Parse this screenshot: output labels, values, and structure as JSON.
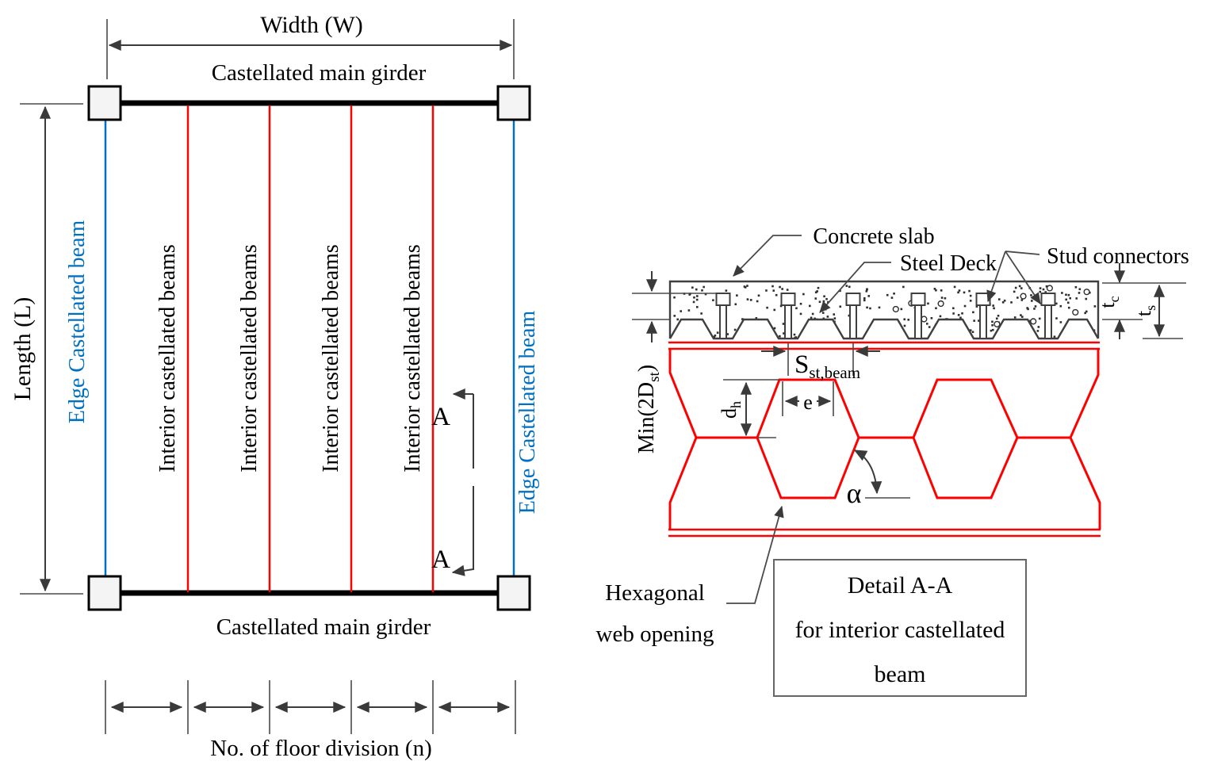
{
  "plan": {
    "width_label": "Width (W)",
    "length_label": "Length (L)",
    "girder_top_label": "Castellated main girder",
    "girder_bottom_label": "Castellated main girder",
    "edge_beam_left_label": "Edge Castellated beam",
    "edge_beam_right_label": "Edge Castellated beam",
    "interior_beams": [
      "Interior castellated beams",
      "Interior castellated beams",
      "Interior castellated beams",
      "Interior castellated beams"
    ],
    "section_marker_top": "A",
    "section_marker_bottom": "A",
    "floor_division_label": "No. of floor division (n)"
  },
  "detail": {
    "concrete_slab_label": "Concrete slab",
    "steel_deck_label": "Steel Deck",
    "stud_connectors_label": "Stud connectors",
    "hex_opening_label_line1": "Hexagonal",
    "hex_opening_label_line2": "web opening",
    "detail_box": {
      "line1": "Detail A-A",
      "line2": "for interior castellated",
      "line3": "beam"
    },
    "dims": {
      "stud_spacing": {
        "main": "S",
        "sub": "st,beam"
      },
      "min_cover": {
        "pre": "Min(2D",
        "sub": "st",
        "post": ")"
      },
      "topping": {
        "main": "t",
        "sub": "c"
      },
      "slab_depth": {
        "main": "t",
        "sub": "s"
      },
      "hole_depth": {
        "main": "d",
        "sub": "h"
      },
      "hole_flat": "e",
      "angle": "α"
    }
  },
  "colors": {
    "beam_red": "#fe0000",
    "beam_blue": "#0070c0",
    "dim_gray": "#3a3a3a",
    "text_black": "#000000"
  }
}
